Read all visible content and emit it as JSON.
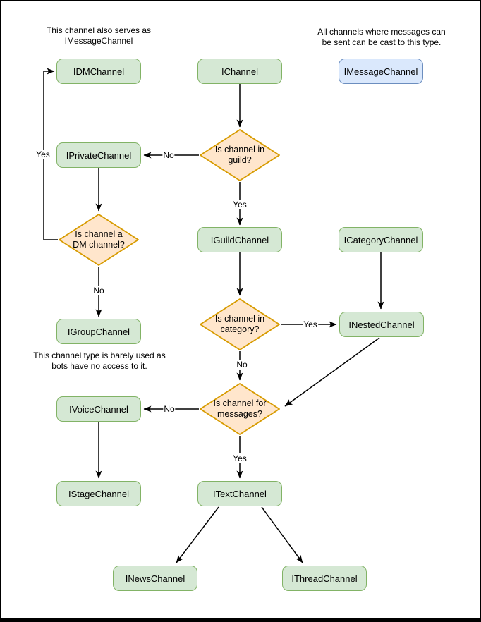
{
  "colors": {
    "node_fill": "#d5e8d4",
    "node_border": "#82b366",
    "cast_fill": "#dae8fc",
    "cast_border": "#6c8ebf",
    "decision_fill": "#ffe6cc",
    "decision_border": "#d79b00",
    "edge_color": "#000000",
    "page_bg": "#ffffff",
    "frame_color": "#000000"
  },
  "notes": {
    "dm_note": "This channel also serves as\nIMessageChannel",
    "message_note": "All channels where messages can\nbe sent can be cast to this type.",
    "group_note": "This channel type is barely used as\nbots have no access to it."
  },
  "nodes": {
    "idm": "IDMChannel",
    "channel": "IChannel",
    "message": "IMessageChannel",
    "private": "IPrivateChannel",
    "guild": "IGuildChannel",
    "category": "ICategoryChannel",
    "group": "IGroupChannel",
    "nested": "INestedChannel",
    "voice": "IVoiceChannel",
    "stage": "IStageChannel",
    "text": "ITextChannel",
    "news": "INewsChannel",
    "thread": "IThreadChannel"
  },
  "decisions": {
    "in_guild": "Is channel in\nguild?",
    "is_dm": "Is channel a\nDM channel?",
    "in_category": "Is channel in\ncategory?",
    "for_messages": "Is channel for\nmessages?"
  },
  "edge_labels": {
    "guild_no": "No",
    "guild_yes": "Yes",
    "dm_yes": "Yes",
    "dm_no": "No",
    "category_yes": "Yes",
    "category_no": "No",
    "messages_no": "No",
    "messages_yes": "Yes"
  }
}
